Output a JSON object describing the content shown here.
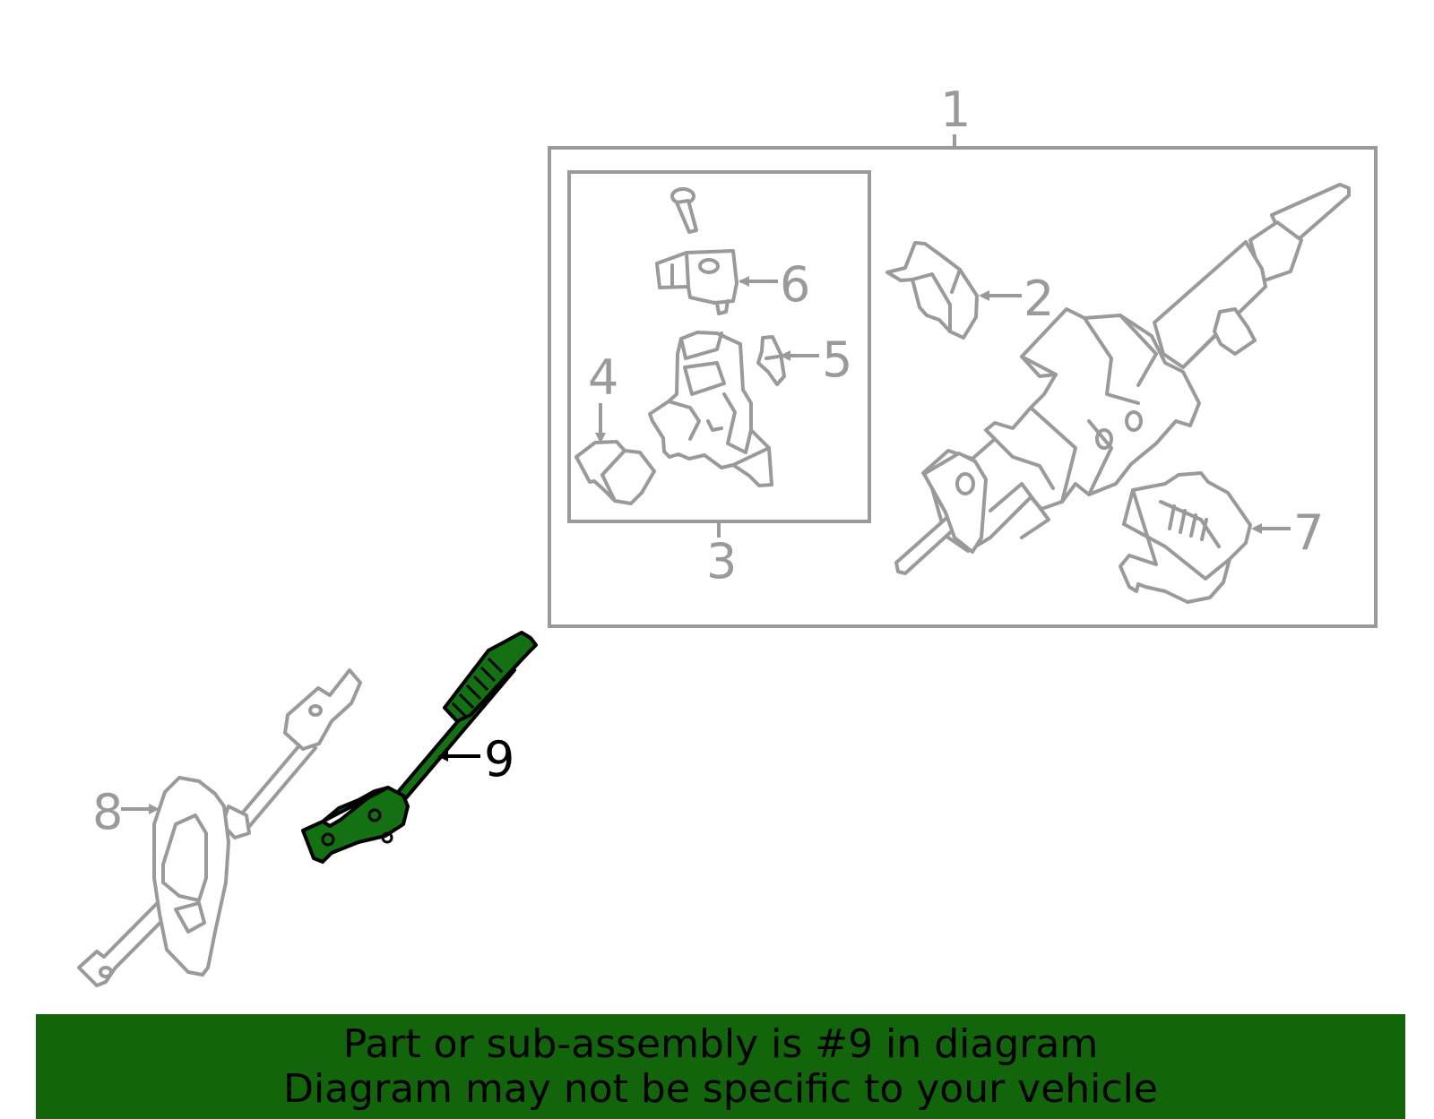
{
  "callouts": {
    "c1": "1",
    "c2": "2",
    "c3": "3",
    "c4": "4",
    "c5": "5",
    "c6": "6",
    "c7": "7",
    "c8": "8",
    "c9": "9"
  },
  "highlighted_part": "9",
  "colors": {
    "highlight": "#137013",
    "banner": "#13650c",
    "line": "#9a9a9a",
    "assembly_box_fill": "#f7f7f7"
  },
  "banner": {
    "line1": "Part or sub-assembly is #9 in diagram",
    "line2": "Diagram may not be specific to your vehicle"
  }
}
